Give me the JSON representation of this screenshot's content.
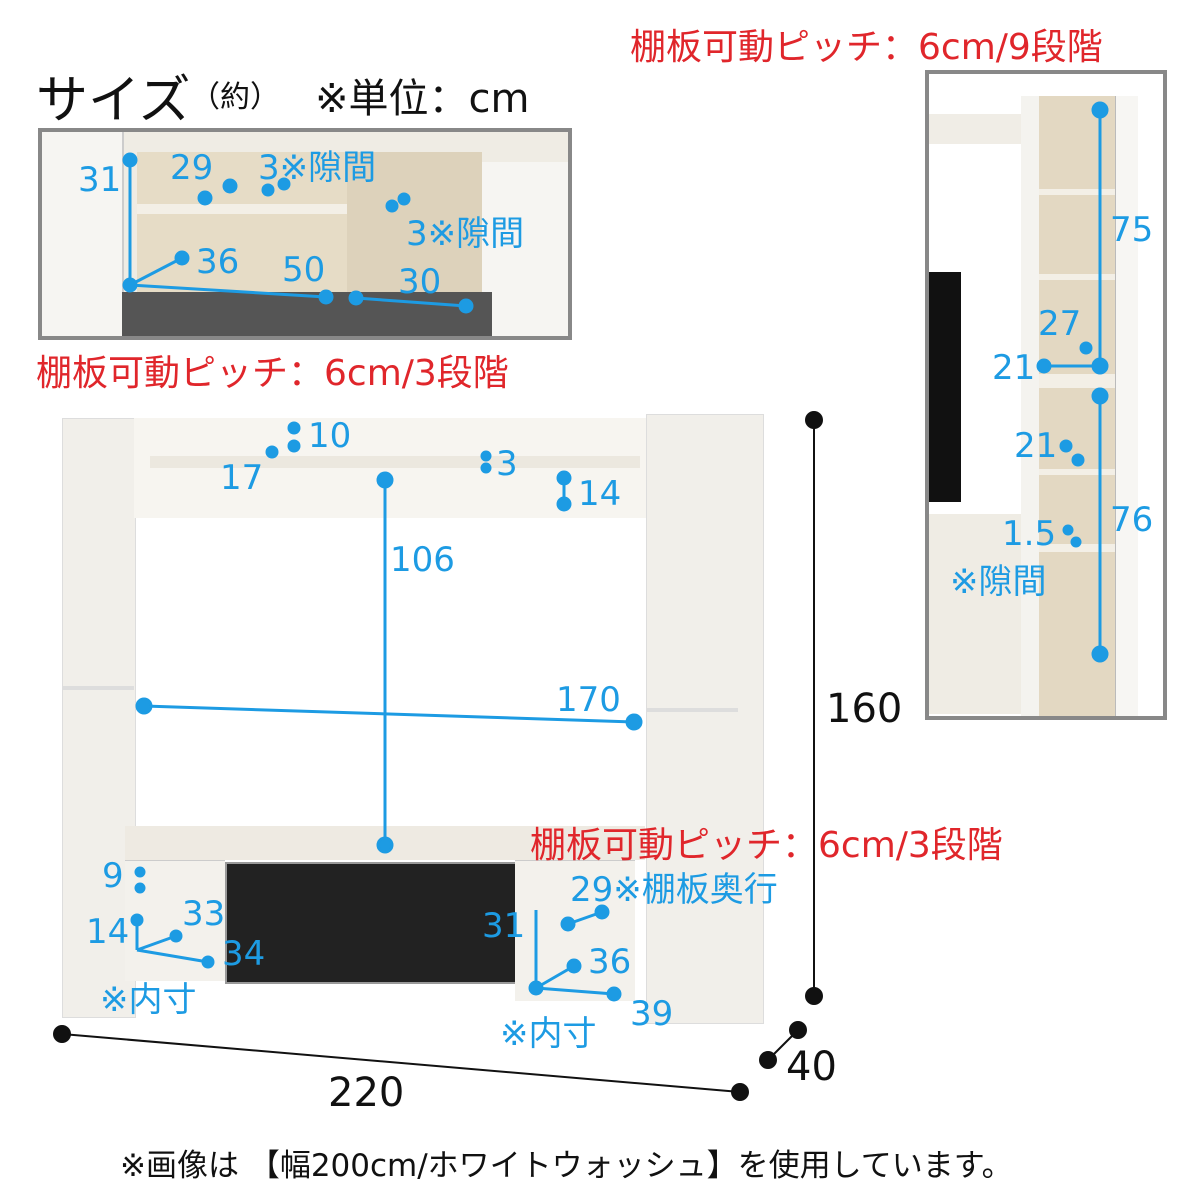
{
  "title": {
    "main": "サイズ",
    "sub": "（約）",
    "unit": "※単位：cm"
  },
  "pitch_labels": {
    "right": "棚板可動ピッチ：6cm/9段階",
    "top_inset": "棚板可動ピッチ：6cm/3段階",
    "main": "棚板可動ピッチ：6cm/3段階"
  },
  "top_inset": {
    "d1": "31",
    "d2": "29",
    "d3": "3※隙間",
    "d4": "3※隙間",
    "d5": "36",
    "d6": "50",
    "d7": "30"
  },
  "right_inset": {
    "d1": "75",
    "d2": "27",
    "d3": "21",
    "d4": "21",
    "d5": "76",
    "d6": "1.5",
    "d7": "※隙間"
  },
  "main": {
    "d10": "10",
    "d17": "17",
    "d3": "3",
    "d14": "14",
    "d106": "106",
    "d170": "170",
    "d160": "160",
    "d9": "9",
    "d14b": "14",
    "d33": "33",
    "d34": "34",
    "inner_left": "※内寸",
    "d29": "29※棚板奥行",
    "d31": "31",
    "d36": "36",
    "d39": "39",
    "inner_right": "※内寸",
    "width": "220",
    "depth": "40"
  },
  "footnote": "※画像は 【幅200cm/ホワイトウォッシュ】を使用しています。",
  "colors": {
    "dimension": "#1d9be3",
    "pitch": "#e0262b"
  }
}
